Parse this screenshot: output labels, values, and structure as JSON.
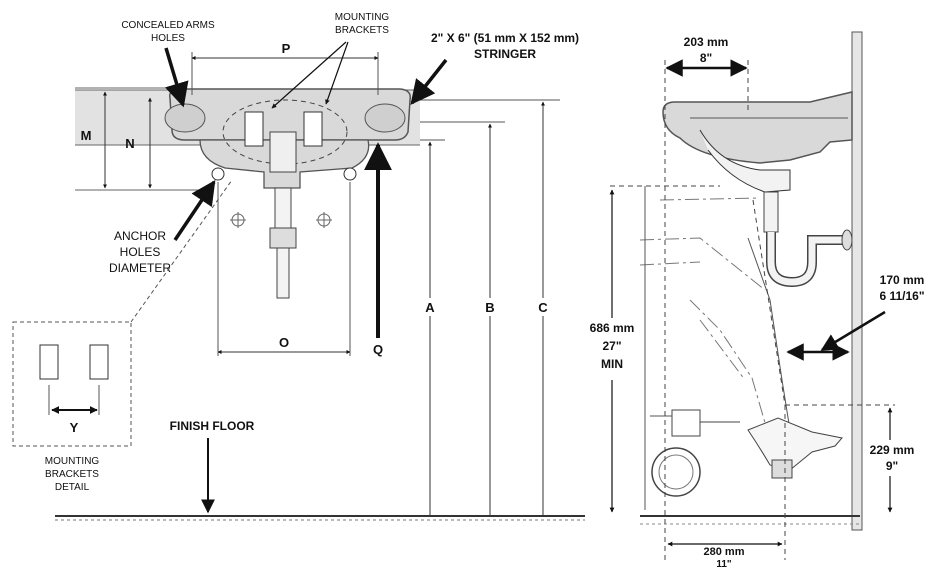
{
  "labels": {
    "concealed_arms_1": "CONCEALED ARMS",
    "concealed_arms_2": "HOLES",
    "mounting_brackets_1": "MOUNTING",
    "mounting_brackets_2": "BRACKETS",
    "stringer_1": "2\" X 6\" (51 mm X 152 mm)",
    "stringer_2": "STRINGER",
    "anchor_1": "ANCHOR",
    "anchor_2": "HOLES",
    "anchor_3": "DIAMETER",
    "detail_1": "MOUNTING",
    "detail_2": "BRACKETS",
    "detail_3": "DETAIL",
    "finish_floor": "FINISH FLOOR"
  },
  "letters": {
    "P": "P",
    "M": "M",
    "N": "N",
    "O": "O",
    "Q": "Q",
    "A": "A",
    "B": "B",
    "C": "C",
    "Y": "Y"
  },
  "dims": {
    "top_mm": "203 mm",
    "top_in": "8\"",
    "min_mm": "686 mm",
    "min_in": "27\"",
    "min_word": "MIN",
    "wall_mm": "170 mm",
    "wall_in": "6 11/16\"",
    "toe_mm": "229 mm",
    "toe_in": "9\"",
    "bottom_mm": "280 mm",
    "bottom_in": "11\""
  }
}
